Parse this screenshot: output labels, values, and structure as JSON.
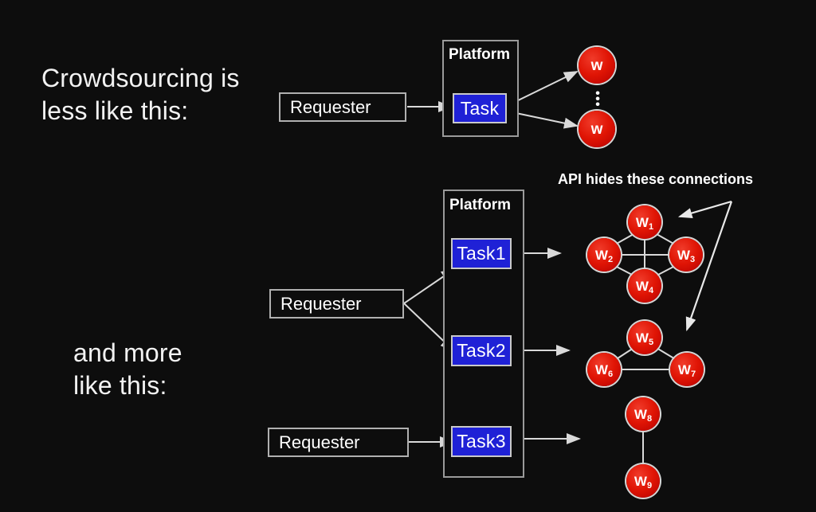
{
  "slide": {
    "background_color": "#0d0d0d",
    "captions": {
      "top": "Crowdsourcing is\nless like this:",
      "bottom": "and more\nlike this:"
    },
    "annotation": "API hides these connections"
  },
  "top_diagram": {
    "requester_label": "Requester",
    "platform_label": "Platform",
    "task_label": "Task",
    "workers": [
      {
        "id": "w-top",
        "label": "w"
      },
      {
        "id": "w-bottom",
        "label": "w"
      }
    ],
    "ellipsis": "⋮"
  },
  "bottom_diagram": {
    "platform_label": "Platform",
    "requesters": [
      {
        "id": "requester-1",
        "label": "Requester"
      },
      {
        "id": "requester-2",
        "label": "Requester"
      }
    ],
    "tasks": [
      {
        "id": "task1",
        "label": "Task1"
      },
      {
        "id": "task2",
        "label": "Task2"
      },
      {
        "id": "task3",
        "label": "Task3"
      }
    ],
    "worker_clusters": [
      {
        "id": "cluster-1",
        "nodes": [
          {
            "id": "w1",
            "letter": "W",
            "index": "1"
          },
          {
            "id": "w2",
            "letter": "W",
            "index": "2"
          },
          {
            "id": "w3",
            "letter": "W",
            "index": "3"
          },
          {
            "id": "w4",
            "letter": "W",
            "index": "4"
          }
        ],
        "edges": [
          [
            "w1",
            "w2"
          ],
          [
            "w1",
            "w3"
          ],
          [
            "w1",
            "w4"
          ],
          [
            "w2",
            "w3"
          ],
          [
            "w2",
            "w4"
          ],
          [
            "w3",
            "w4"
          ]
        ]
      },
      {
        "id": "cluster-2",
        "nodes": [
          {
            "id": "w5",
            "letter": "W",
            "index": "5"
          },
          {
            "id": "w6",
            "letter": "W",
            "index": "6"
          },
          {
            "id": "w7",
            "letter": "W",
            "index": "7"
          }
        ],
        "edges": [
          [
            "w5",
            "w6"
          ],
          [
            "w5",
            "w7"
          ],
          [
            "w6",
            "w7"
          ]
        ]
      },
      {
        "id": "cluster-3",
        "nodes": [
          {
            "id": "w8",
            "letter": "W",
            "index": "8"
          },
          {
            "id": "w9",
            "letter": "W",
            "index": "9"
          }
        ],
        "edges": [
          [
            "w8",
            "w9"
          ]
        ]
      }
    ]
  },
  "colors": {
    "task_fill": "#1f21d6",
    "worker_fill": "#e01505",
    "line": "#d9d9d9",
    "box_border": "#b0b0b0",
    "text": "#ffffff"
  }
}
